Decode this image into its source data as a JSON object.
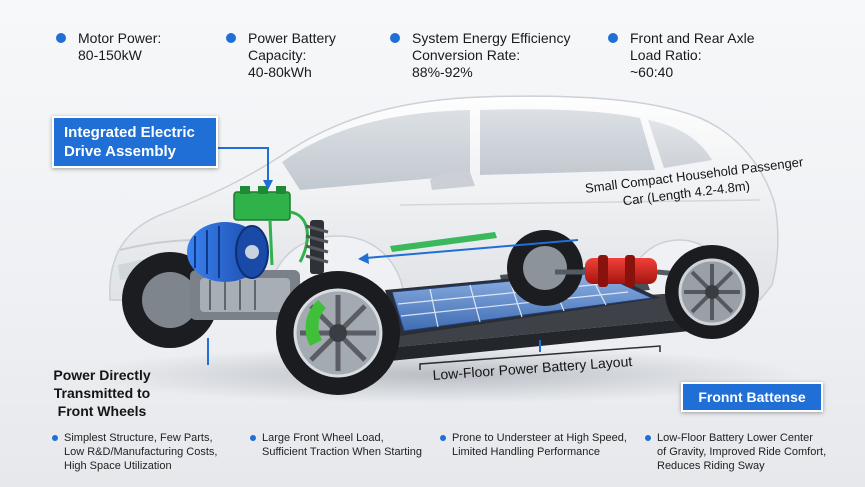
{
  "specs": [
    {
      "line1": "Motor Power:",
      "line2": "80-150kW",
      "line3": ""
    },
    {
      "line1": "Power Battery",
      "line2": "Capacity:",
      "line3": "40-80kWh"
    },
    {
      "line1": "System Energy Efficiency",
      "line2": "Conversion Rate:",
      "line3": "88%-92%"
    },
    {
      "line1": "Front and Rear Axle",
      "line2": "Load Ratio:",
      "line3": "~60:40"
    }
  ],
  "labels": {
    "drive_assembly_1": "Integrated Electric",
    "drive_assembly_2": "Drive Assembly",
    "car_type_1": "Small Compact Household Passenger",
    "car_type_2": "Car (Length 4.2-4.8m)",
    "battery_layout": "Low-Floor Power Battery Layout",
    "power_front_1": "Power Directly",
    "power_front_2": "Transmitted to",
    "power_front_3": "Front Wheels",
    "front_battery_box": "Fronnt Battense"
  },
  "bullets": [
    {
      "line1": "Simplest Structure, Few Parts,",
      "line2": "Low R&D/Manufacturing Costs,",
      "line3": "High Space Utilization"
    },
    {
      "line1": "Large Front Wheel Load,",
      "line2": "Sufficient Traction When Starting",
      "line3": ""
    },
    {
      "line1": "Prone to Understeer at High Speed,",
      "line2": "Limited Handling Performance",
      "line3": ""
    },
    {
      "line1": "Low-Floor Battery Lower Center",
      "line2": "of Gravity, Improved Ride Comfort,",
      "line3": "Reduces Riding Sway"
    }
  ],
  "colors": {
    "accent_blue": "#1f6fd6",
    "motor_blue": "#1e5fc8",
    "inverter_green": "#2fb24a",
    "rear_motor_red": "#d4231e",
    "battery_blue": "#5b86c6",
    "brake_green": "#3fbf3a"
  },
  "icons": [
    "bullet-dot-icon",
    "arrow-icon"
  ]
}
